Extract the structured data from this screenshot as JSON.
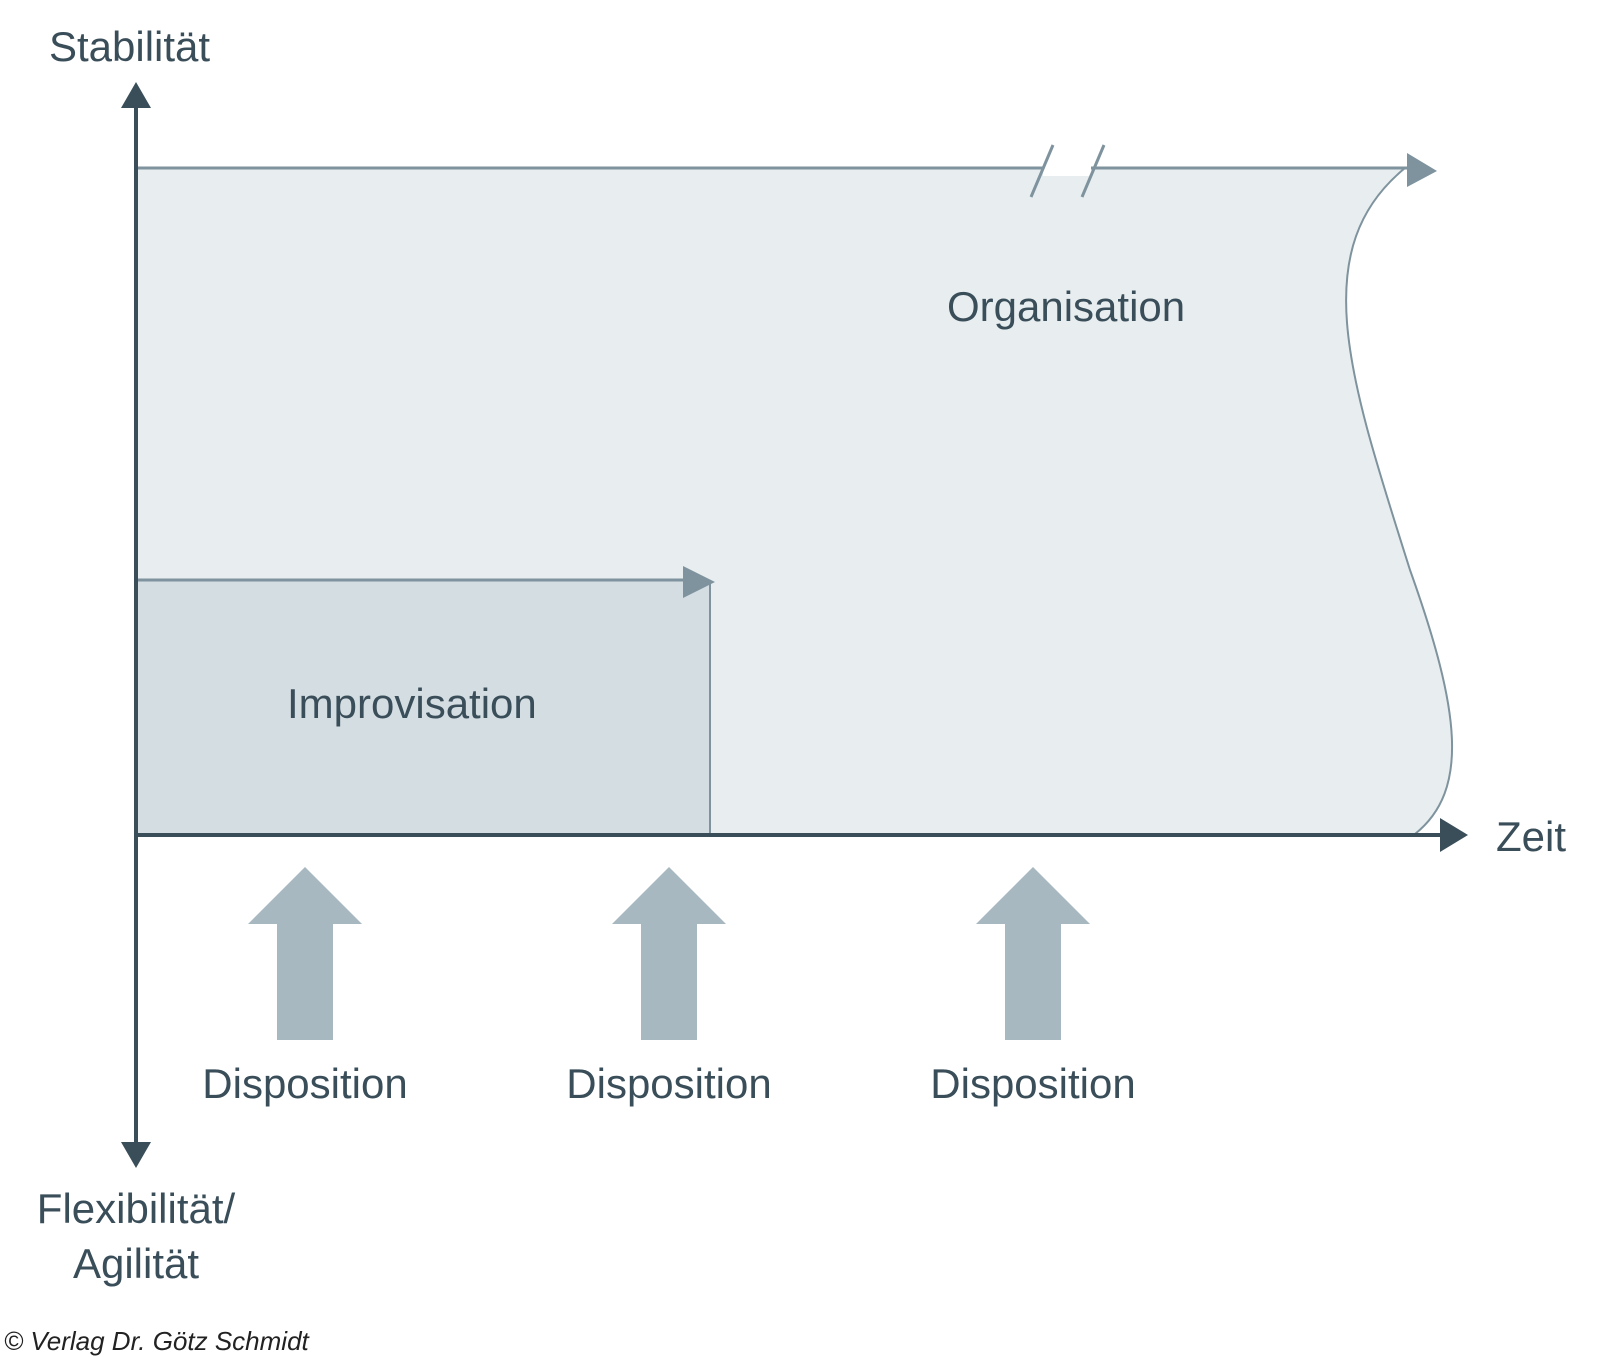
{
  "axes": {
    "y_top_label": "Stabilität",
    "y_bottom_label_line1": "Flexibilität/",
    "y_bottom_label_line2": "Agilität",
    "x_label": "Zeit"
  },
  "regions": {
    "organisation": "Organisation",
    "improvisation": "Improvisation"
  },
  "dispositions": [
    "Disposition",
    "Disposition",
    "Disposition"
  ],
  "copyright": "© Verlag Dr. Götz Schmidt",
  "colors": {
    "axis": "#3a4e5a",
    "organisation_fill": "#e8eef0",
    "improvisation_fill": "#d4dde2",
    "region_stroke": "#7e939e",
    "disposition_arrow": "#a8b8c1"
  }
}
